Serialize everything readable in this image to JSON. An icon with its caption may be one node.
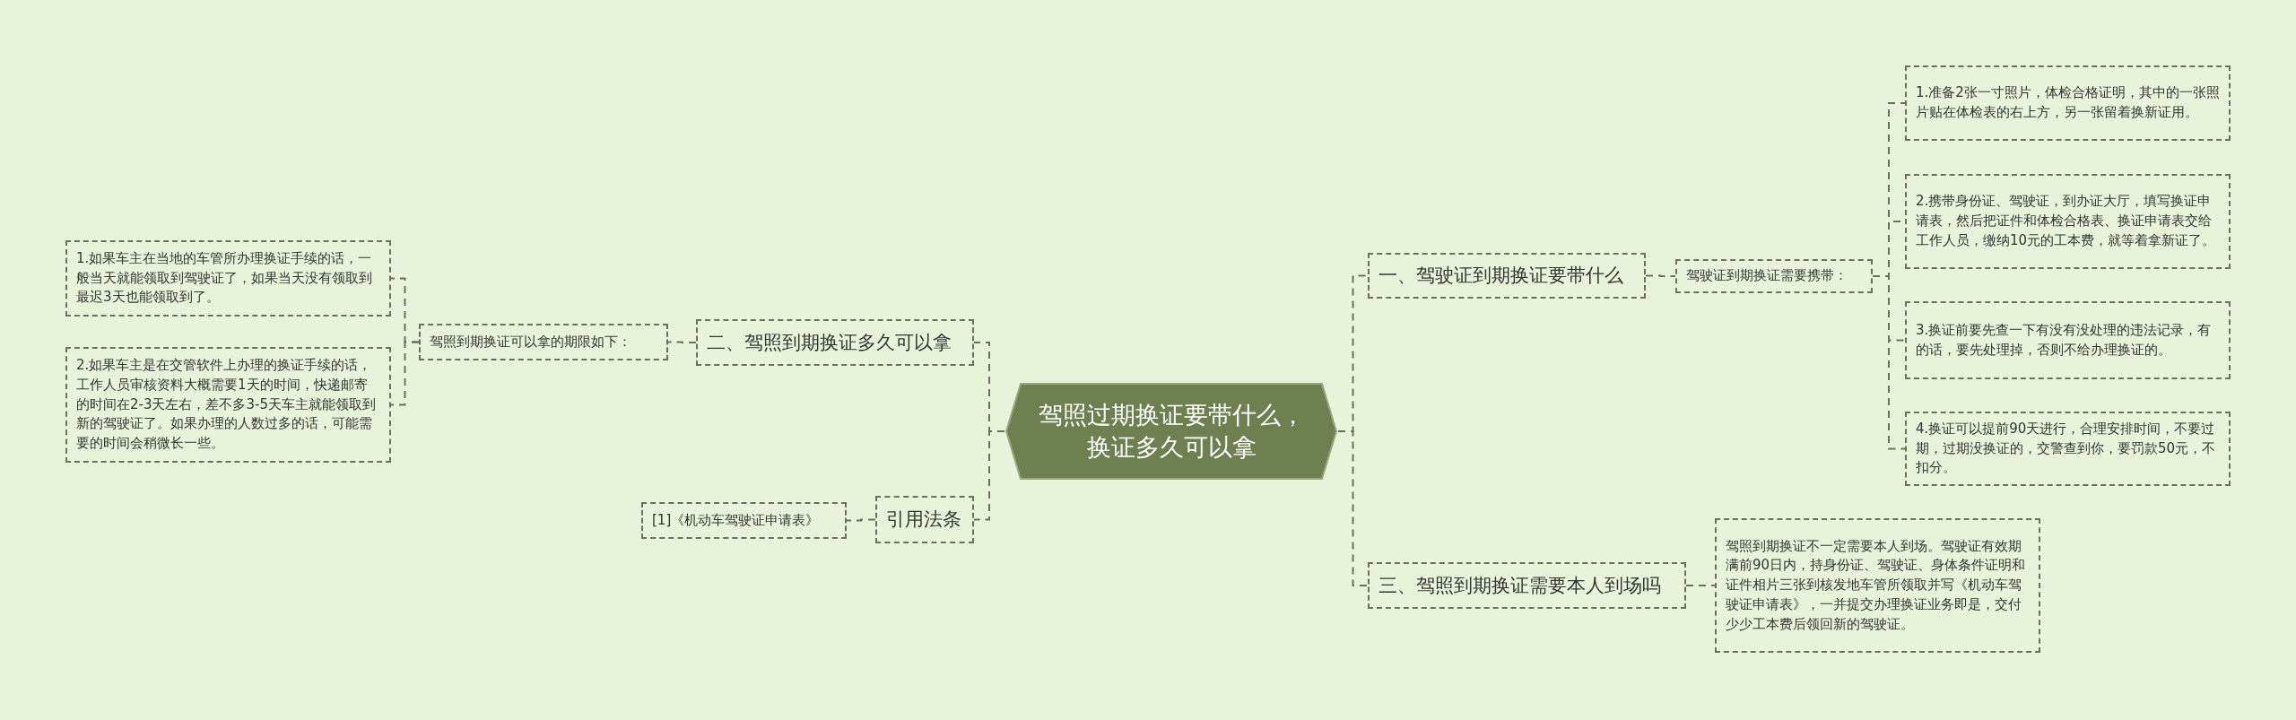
{
  "diagram": {
    "nodes": [
      {
        "text": [
          "驾照过期换证要带什么，换证多久可以拿"
        ]
      },
      {
        "text": [
          "一、驾驶证到期换证要带什么"
        ]
      },
      {
        "text": [
          "驾驶证到期换证需要携带："
        ]
      },
      {
        "text": [
          "1.准备2张一寸照片，体检合格证明，其中的一张照片贴在体检表的右上方，另一张留着换新证用。"
        ]
      },
      {
        "text": [
          "2.携带身份证、驾驶证，到办证大厅，填写换证申请表，然后把证件和体检合格表、换证申请表交给工作人员，缴纳10元的工本费，就等着拿新证了。"
        ]
      },
      {
        "text": [
          "3.换证前要先查一下有没有没处理的违法记录，有的话，要先处理掉，否则不给办理换证的。"
        ]
      },
      {
        "text": [
          "4.换证可以提前90天进行，合理安排时间，不要过期，过期没换证的，交警查到你，要罚款50元，不扣分。"
        ]
      },
      {
        "text": [
          "三、驾照到期换证需要本人到场吗"
        ]
      },
      {
        "text": [
          "驾照到期换证不一定需要本人到场。驾驶证有效期满前90日内，持身份证、驾驶证、身体条件证明和证件相片三张到核发地车管所领取并写《机动车驾驶证申请表》，一并提交办理换证业务即是，交付少少工本费后领回新的驾驶证。"
        ]
      },
      {
        "text": [
          "二、驾照到期换证多久可以拿"
        ]
      },
      {
        "text": [
          "驾照到期换证可以拿的期限如下："
        ]
      },
      {
        "text": [
          "1.如果车主在当地的车管所办理换证手续的话，一般当天就能领取到驾驶证了，如果当天没有领取到最迟3天也能领取到了。"
        ]
      },
      {
        "text": [
          "2.如果车主是在交管软件上办理的换证手续的话，工作人员审核资料大概需要1天的时间，快递邮寄的时间在2-3天左右，差不多3-5天车主就能领取到新的驾驶证了。如果办理的人数过多的话，可能需要的时间会稍微长一些。"
        ]
      },
      {
        "text": [
          "引用法条"
        ]
      },
      {
        "text": [
          "[1]《机动车驾驶证申请表》"
        ]
      }
    ],
    "edges": [
      {
        "from": 0,
        "to": 1,
        "arrow": "none"
      },
      {
        "from": 1,
        "to": 2,
        "arrow": "none"
      },
      {
        "from": 2,
        "to": 3,
        "arrow": "none"
      },
      {
        "from": 2,
        "to": 4,
        "arrow": "none"
      },
      {
        "from": 2,
        "to": 5,
        "arrow": "none"
      },
      {
        "from": 2,
        "to": 6,
        "arrow": "none"
      },
      {
        "from": 0,
        "to": 7,
        "arrow": "none"
      },
      {
        "from": 7,
        "to": 8,
        "arrow": "none"
      },
      {
        "from": 0,
        "to": 9,
        "arrow": "none"
      },
      {
        "from": 9,
        "to": 10,
        "arrow": "none"
      },
      {
        "from": 10,
        "to": 11,
        "arrow": "none"
      },
      {
        "from": 10,
        "to": 12,
        "arrow": "none"
      },
      {
        "from": 0,
        "to": 13,
        "arrow": "none"
      },
      {
        "from": 13,
        "to": 14,
        "arrow": "none"
      }
    ]
  }
}
